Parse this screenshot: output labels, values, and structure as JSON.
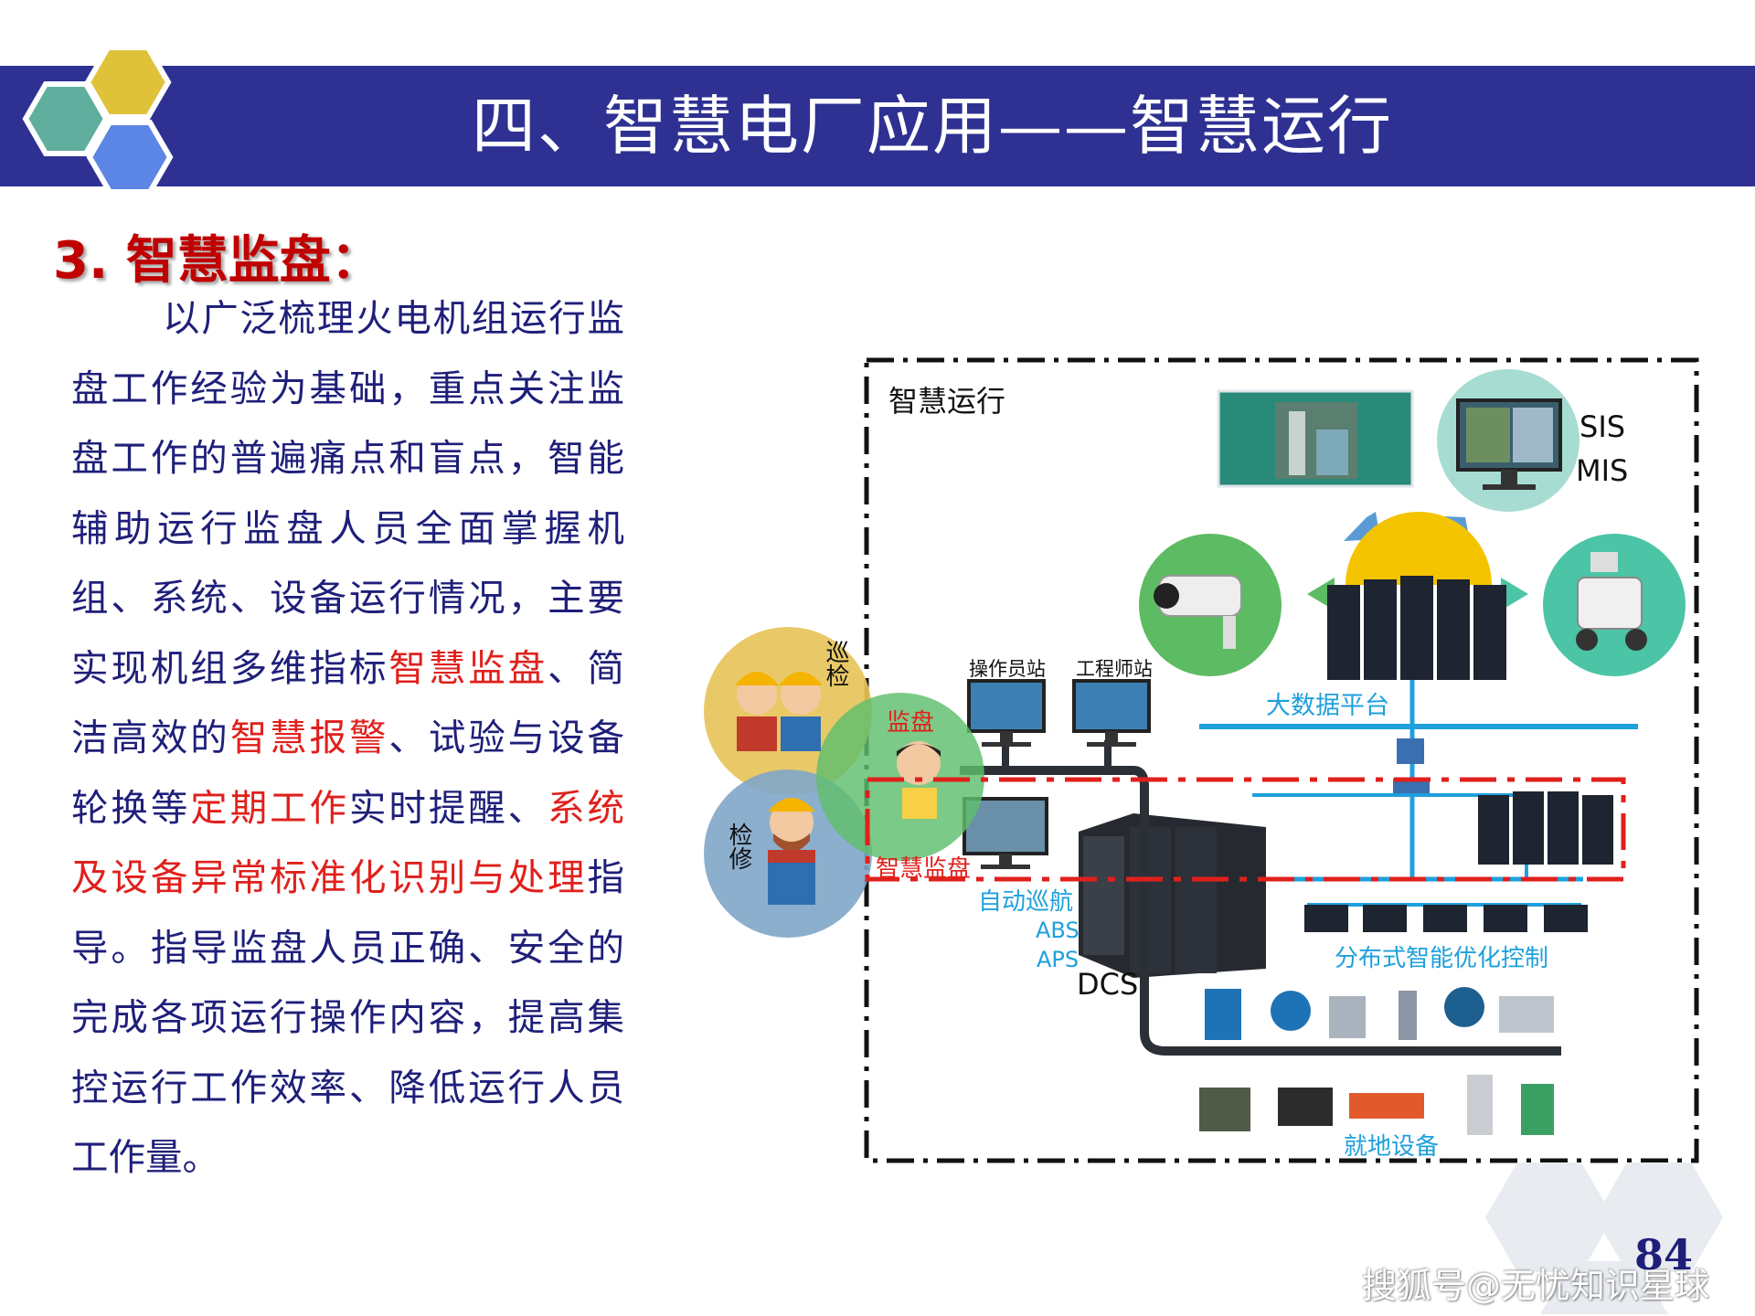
{
  "header": {
    "title": "四、智慧电厂应用——智慧运行",
    "bar_color": "#2e3192",
    "hexagon_colors": [
      "#e0c23a",
      "#5fae9e",
      "#5b86e5"
    ]
  },
  "section": {
    "heading": "3. 智慧监盘：",
    "heading_color": "#c00000"
  },
  "body": {
    "segments": [
      {
        "text": "以广泛梳理火电机组运行监盘工作经验为基础，重点关注监盘工作的普遍痛点和盲点，智能辅助运行监盘人员全面掌握机组、系统、设备运行情况，主要实现机组多维指标",
        "highlight": false
      },
      {
        "text": "智慧监盘",
        "highlight": true
      },
      {
        "text": "、简洁高效的",
        "highlight": false
      },
      {
        "text": "智慧报警",
        "highlight": true
      },
      {
        "text": "、试验与设备轮换等",
        "highlight": false
      },
      {
        "text": "定期工作",
        "highlight": true
      },
      {
        "text": "实时提醒、",
        "highlight": false
      },
      {
        "text": "系统及设备异常标准化识别与处理",
        "highlight": true
      },
      {
        "text": "指导。指导监盘人员正确、安全的完成各项运行操作内容，提高集控运行工作效率、降低运行人员工作量。",
        "highlight": false
      }
    ],
    "text_color": "#1f1f7a",
    "highlight_color": "#e0201c"
  },
  "diagram": {
    "frame_title": "智慧运行",
    "sis": "SIS",
    "mis": "MIS",
    "big_data": "大数据平台",
    "operator_station": "操作员站",
    "engineer_station": "工程师站",
    "auto_patrol": "自动巡航",
    "abs": "ABS",
    "aps": "APS",
    "dcs": "DCS",
    "distributed_control": "分布式智能优化控制",
    "field_devices": "就地设备",
    "monitor_label": "监盘",
    "smart_monitor_label": "智慧监盘",
    "patrol_label": "巡检",
    "repair_label": "检修",
    "accent_blue": "#1ea0dc",
    "dash_red": "#e0201c"
  },
  "footer": {
    "page_number": "84",
    "watermark": "搜狐号@无忧知识星球"
  }
}
